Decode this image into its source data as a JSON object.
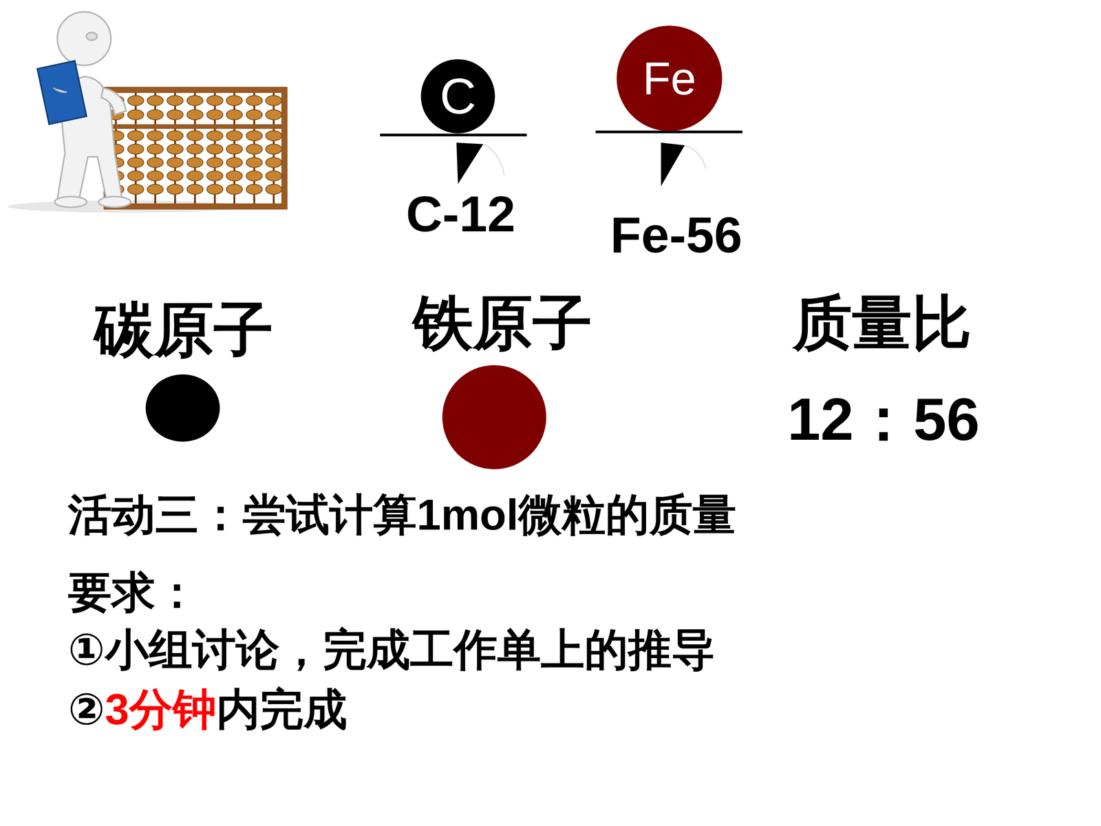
{
  "diagram": {
    "title": "活动三：尝试计算1mol微粒的质量",
    "nodes": [
      {
        "text": [
          "C"
        ]
      },
      {
        "text": [
          "Fe"
        ]
      }
    ],
    "labels": [
      "C-12",
      "Fe-56",
      "碳原子",
      "铁原子",
      "质量比",
      "12：56",
      "要求：",
      "①小组讨论，完成工作单上的推导",
      "②",
      "3分钟",
      "内完成"
    ]
  }
}
